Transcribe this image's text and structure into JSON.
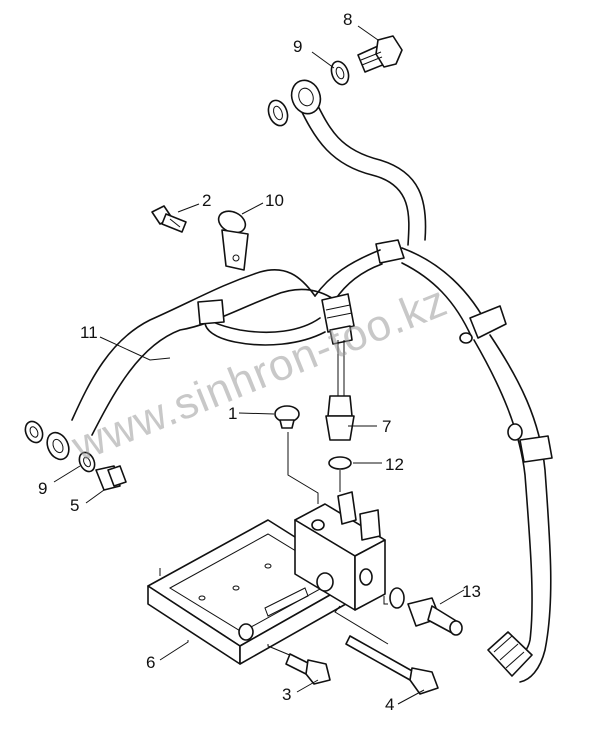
{
  "watermark": "www.sinhron-too.kz",
  "corner_mark": "",
  "callouts": {
    "c1": "1",
    "c2": "2",
    "c3": "3",
    "c4": "4",
    "c5": "5",
    "c6": "6",
    "c7": "7",
    "c8": "8",
    "c9a": "9",
    "c9b": "9",
    "c10": "10",
    "c11": "11",
    "c12": "12",
    "c13": "13"
  }
}
